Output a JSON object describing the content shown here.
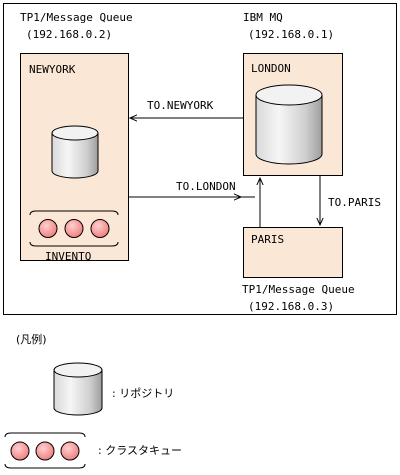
{
  "diagram": {
    "tp1_top": {
      "product": "TP1/Message Queue",
      "ip": "(192.168.0.2)"
    },
    "ibm_mq": {
      "product": "IBM MQ",
      "ip": "(192.168.0.1)"
    },
    "tp1_bottom": {
      "product": "TP1/Message Queue",
      "ip": "(192.168.0.3)"
    },
    "nodes": {
      "newyork": "NEWYORK",
      "london": "LONDON",
      "paris": "PARIS"
    },
    "queue_label": "INVENTQ",
    "channels": {
      "to_newyork": "TO.NEWYORK",
      "to_london": "TO.LONDON",
      "to_paris": "TO.PARIS"
    },
    "colors": {
      "box_fill": "#fbe7d6",
      "queue_fill": "#f08a8a",
      "cylinder_light": "#f2f2f2",
      "cylinder_dark": "#9a9a9a"
    }
  },
  "legend": {
    "title": "(凡例)",
    "repository": ": リポジトリ",
    "cluster_queue": ": クラスタキュー"
  }
}
